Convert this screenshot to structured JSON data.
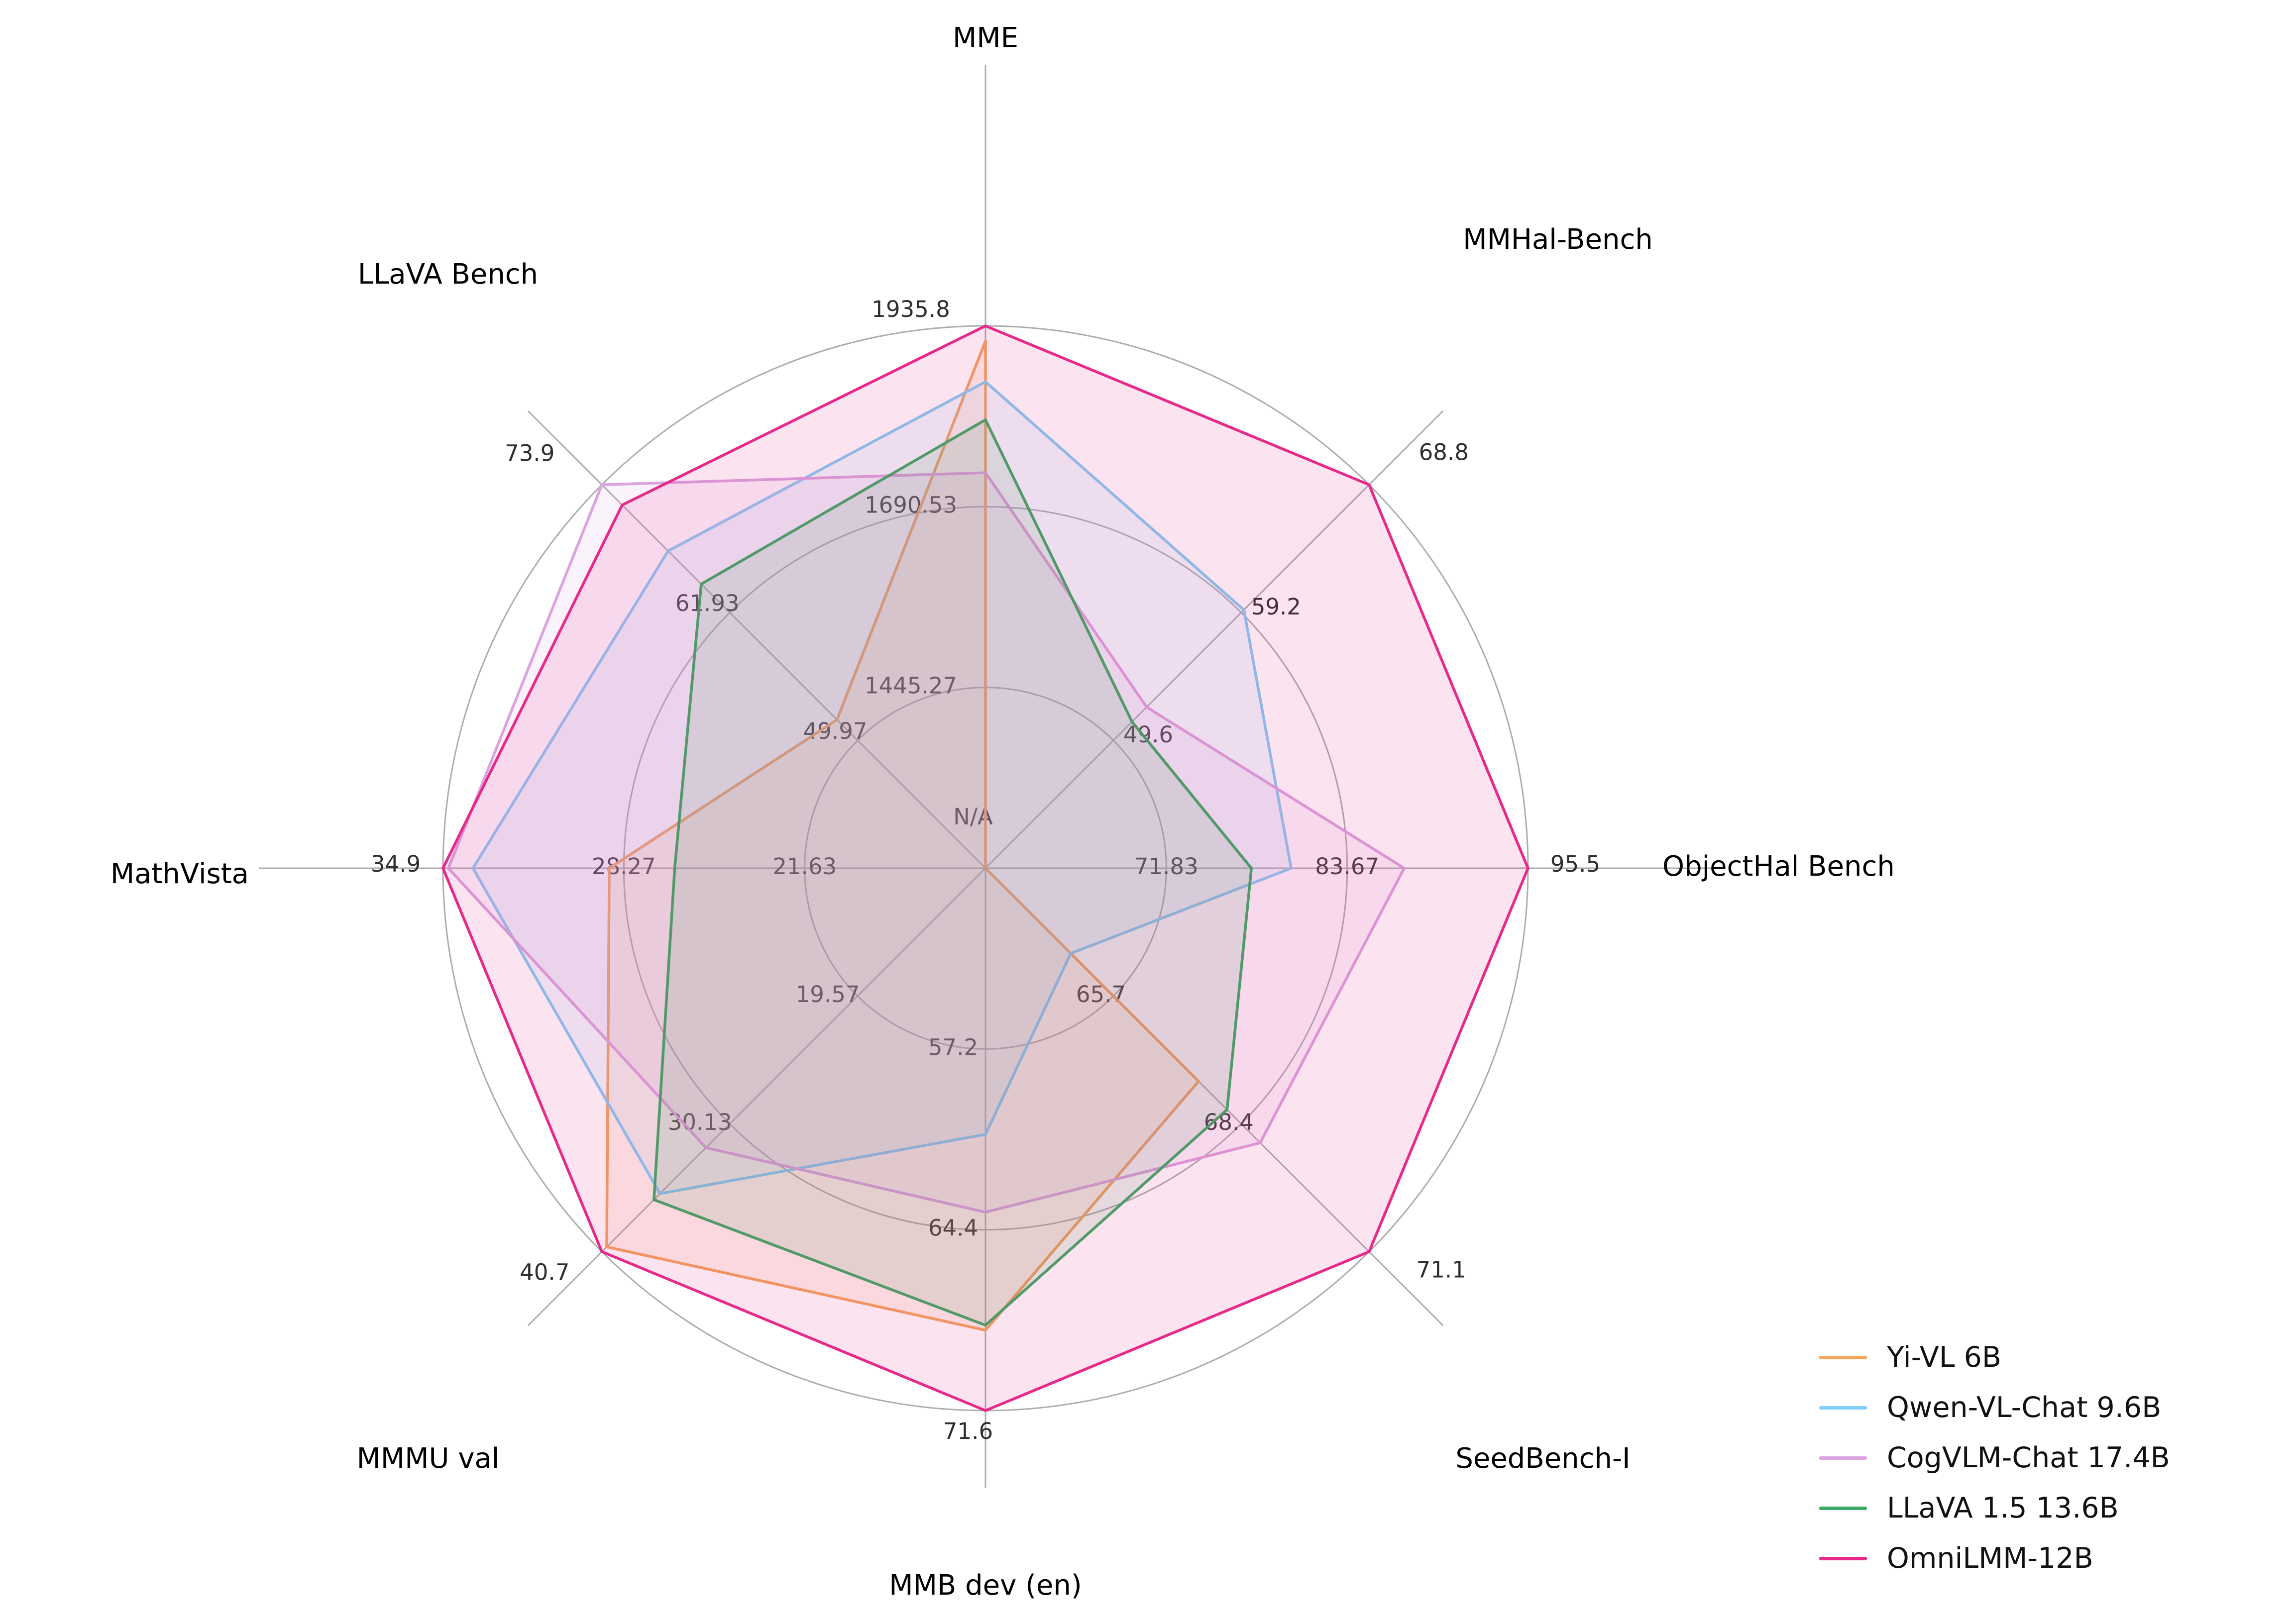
{
  "chart_data": {
    "type": "radar",
    "title": "",
    "grid": true,
    "legend_position": "lower right",
    "center_label": "N/A",
    "axes": [
      {
        "label": "MME",
        "min": 1200,
        "max": 1935.8,
        "ticks": [
          "1445.27",
          "1690.53",
          "1935.8"
        ]
      },
      {
        "label": "MMHal-Bench",
        "min": 40,
        "max": 68.8,
        "ticks": [
          "49.6",
          "59.2",
          "68.8"
        ]
      },
      {
        "label": "ObjectHal Bench",
        "min": 60,
        "max": 95.5,
        "ticks": [
          "71.83",
          "83.67",
          "95.5"
        ]
      },
      {
        "label": "SeedBench-I",
        "min": 63,
        "max": 71.1,
        "ticks": [
          "65.7",
          "68.4",
          "71.1"
        ]
      },
      {
        "label": "MMB dev (en)",
        "min": 50,
        "max": 71.6,
        "ticks": [
          "57.2",
          "64.4",
          "71.6"
        ]
      },
      {
        "label": "MMMU val",
        "min": 9,
        "max": 40.7,
        "ticks": [
          "19.57",
          "30.13",
          "40.7"
        ]
      },
      {
        "label": "MathVista",
        "min": 15,
        "max": 34.9,
        "ticks": [
          "21.63",
          "28.27",
          "34.9"
        ]
      },
      {
        "label": "LLaVA Bench",
        "min": 38,
        "max": 73.9,
        "ticks": [
          "49.97",
          "61.93",
          "73.9"
        ]
      }
    ],
    "series": [
      {
        "name": "Yi-VL 6B",
        "color": "#F4A55C",
        "values": [
          1915.1,
          null,
          null,
          67.5,
          68.4,
          40.3,
          28.8,
          51.9
        ]
      },
      {
        "name": "Qwen-VL-Chat 9.6B",
        "color": "#85CDF5",
        "values": [
          1860.0,
          59.4,
          80.0,
          64.8,
          60.6,
          35.9,
          33.8,
          67.7
        ]
      },
      {
        "name": "CogVLM-Chat 17.4B",
        "color": "#DBA4DE",
        "values": [
          1736.6,
          52.1,
          87.4,
          68.8,
          63.7,
          32.1,
          34.7,
          73.9
        ]
      },
      {
        "name": "LLaVA 1.5 13.6B",
        "color": "#3BAA63",
        "values": [
          1808.4,
          51.0,
          77.4,
          68.1,
          68.2,
          36.4,
          26.4,
          64.6
        ]
      },
      {
        "name": "OmniLMM-12B",
        "color": "#E7298A",
        "values": [
          1935.8,
          68.8,
          95.5,
          71.1,
          71.6,
          40.7,
          34.9,
          72.0
        ]
      }
    ],
    "style": {
      "grid_color": "#ADADAD",
      "tick_color": "#2E2E2E",
      "fill_opacity": 0.13
    }
  }
}
